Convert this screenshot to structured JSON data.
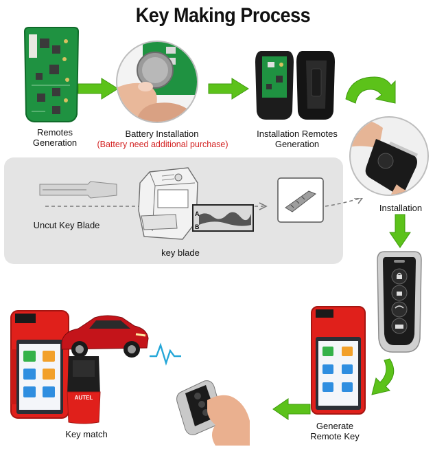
{
  "title": "Key Making Process",
  "steps": {
    "remotes_generation": "Remotes\nGeneration",
    "battery_installation": "Battery Installation",
    "battery_note": "(Battery need additional purchase)",
    "installation_remotes_generation": "Installation Remotes\nGeneration",
    "installation": "Installation",
    "uncut_key_blade": "Uncut Key  Blade",
    "key_blade": "key blade",
    "key_match": "Key match",
    "generate_remote_key": "Generate\nRemote Key"
  },
  "machine_marks": {
    "a": "A",
    "b": "B"
  },
  "scanner_brand": "AUTEL",
  "colors": {
    "arrow_green": "#5cc21a",
    "tablet_red": "#e0201b",
    "car_red": "#c4141a",
    "pcb_green": "#1c8a3c",
    "panel_gray": "#e4e4e4",
    "note_red": "#d32222"
  },
  "icons": [
    "green-arrow-icon",
    "curved-arrow-icon",
    "dashed-arrow-icon",
    "signal-zigzag-icon"
  ]
}
